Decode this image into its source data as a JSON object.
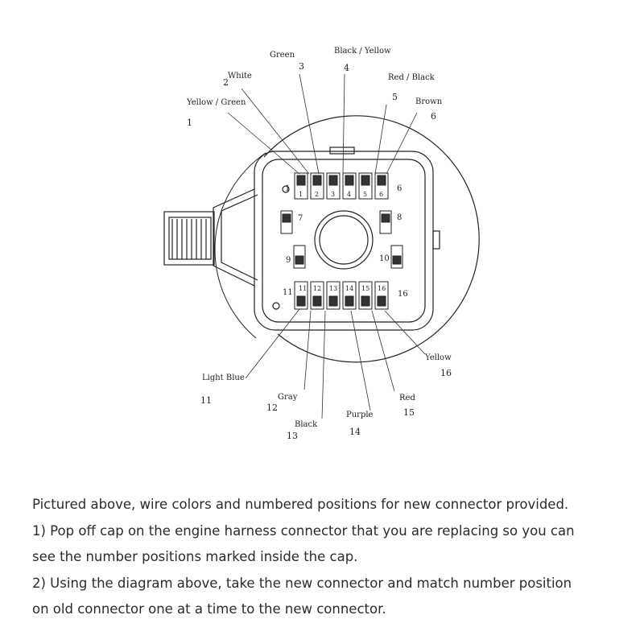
{
  "diagram": {
    "wire_labels": [
      {
        "pos": "1",
        "color": "Yellow / Green"
      },
      {
        "pos": "2",
        "color": "White"
      },
      {
        "pos": "3",
        "color": "Green"
      },
      {
        "pos": "4",
        "color": "Black / Yellow"
      },
      {
        "pos": "5",
        "color": "Red / Black"
      },
      {
        "pos": "6",
        "color": "Brown"
      },
      {
        "pos": "11",
        "color": "Light Blue"
      },
      {
        "pos": "12",
        "color": "Gray"
      },
      {
        "pos": "13",
        "color": "Black"
      },
      {
        "pos": "14",
        "color": "Purple"
      },
      {
        "pos": "15",
        "color": "Red"
      },
      {
        "pos": "16",
        "color": "Yellow"
      }
    ],
    "terminal_numbers": [
      "1",
      "2",
      "3",
      "4",
      "5",
      "6",
      "7",
      "8",
      "9",
      "10",
      "11",
      "12",
      "13",
      "14",
      "15",
      "16"
    ]
  },
  "instructions": [
    "Pictured above, wire colors and numbered positions for new connector provided.",
    "1) Pop off cap on the engine harness connector that you are replacing so you can",
    "see the number positions marked inside the cap.",
    "2) Using the diagram above, take the new connector and match number position",
    "on old connector one at a time to the new connector."
  ]
}
